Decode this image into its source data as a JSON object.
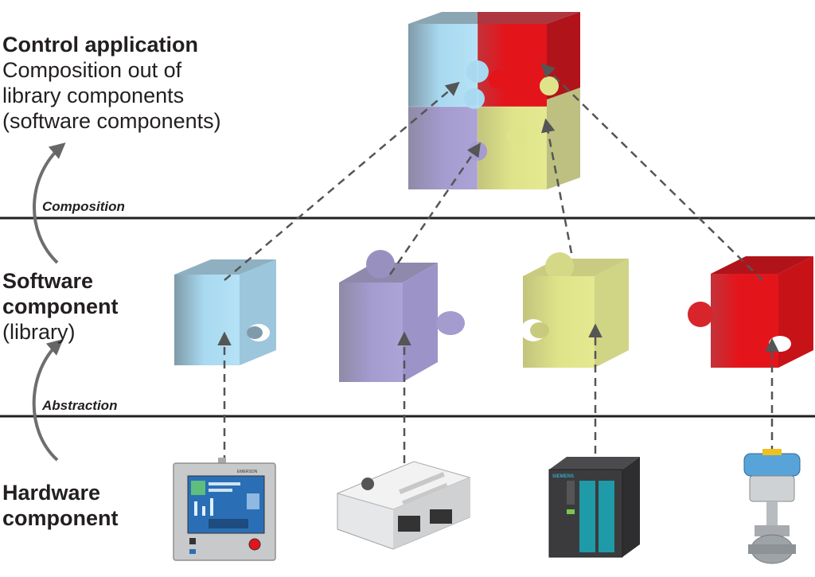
{
  "levels": {
    "control": {
      "title": "Control application",
      "line1": "Composition out of",
      "line2": "library components",
      "line3": "(software components)"
    },
    "software": {
      "line1": "Software",
      "line2": "component",
      "line3": "(library)"
    },
    "hardware": {
      "line1": "Hardware",
      "line2": "component"
    }
  },
  "layers": {
    "composition": "Composition",
    "abstraction": "Abstraction"
  },
  "pieces": [
    {
      "id": "blue",
      "color": "#a8d9f0"
    },
    {
      "id": "purple",
      "color": "#a49bcf"
    },
    {
      "id": "yellow",
      "color": "#dfe48a"
    },
    {
      "id": "red",
      "color": "#e3151b"
    }
  ],
  "hardware_devices": [
    {
      "id": "hmi-panel",
      "brand": "EMERSON"
    },
    {
      "id": "valve-terminal"
    },
    {
      "id": "plc",
      "brand": "SIEMENS"
    },
    {
      "id": "control-valve"
    }
  ],
  "colors": {
    "arrow": "#555555",
    "divider": "#231f20"
  }
}
